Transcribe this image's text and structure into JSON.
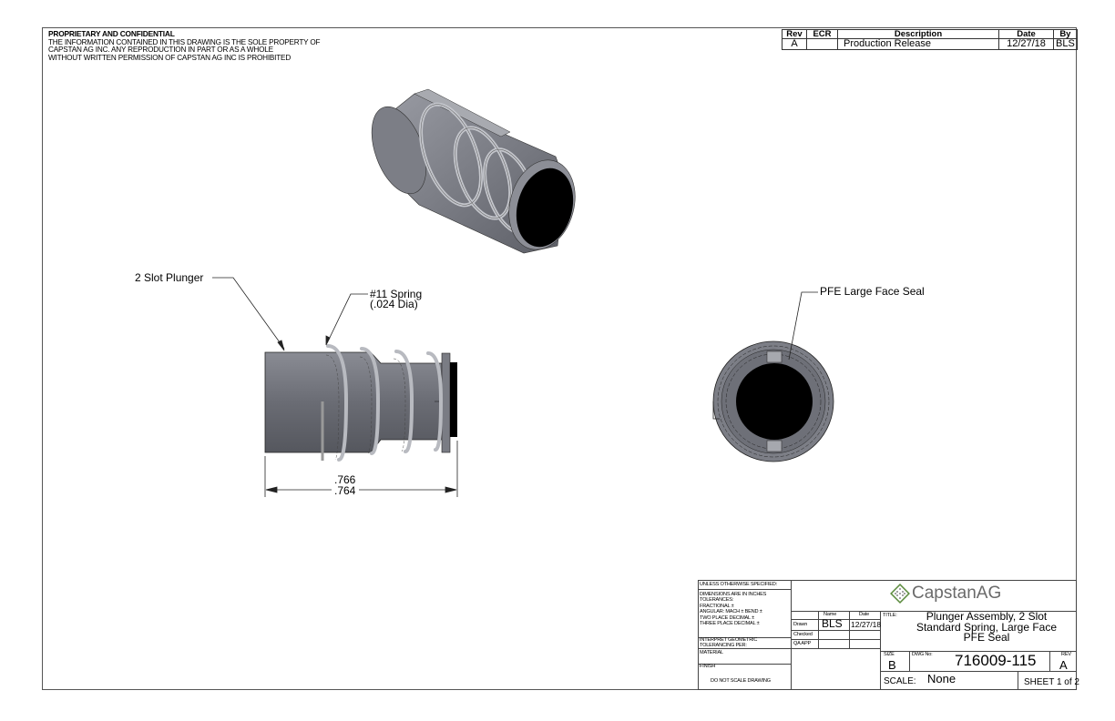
{
  "notice": {
    "heading": "PROPRIETARY AND CONFIDENTIAL",
    "lines": [
      "THE INFORMATION CONTAINED IN THIS DRAWING IS THE SOLE PROPERTY OF",
      "CAPSTAN AG INC. ANY REPRODUCTION IN PART OR AS A WHOLE",
      "WITHOUT WRITTEN PERMISSION OF CAPSTAN AG INC IS PROHIBITED"
    ]
  },
  "revision_table": {
    "headers": [
      "Rev",
      "ECR",
      "Description",
      "Date",
      "By"
    ],
    "rows": [
      [
        "A",
        "",
        "Production Release",
        "12/27/18",
        "BLS"
      ]
    ]
  },
  "callouts": {
    "plunger": "2 Slot Plunger",
    "spring_line1": "#11 Spring",
    "spring_line2": "(.024 Dia)",
    "seal": "PFE Large Face Seal"
  },
  "dimension": {
    "upper": ".766",
    "lower": ".764"
  },
  "title_block": {
    "unless": "UNLESS OTHERWISE SPECIFIED:",
    "tolerances": [
      "DIMENSIONS ARE IN INCHES",
      "TOLERANCES:",
      "FRACTIONAL ±",
      "ANGULAR: MACH ±    BEND ±",
      "TWO PLACE DECIMAL    ±",
      "THREE PLACE DECIMAL   ±"
    ],
    "interpret": [
      "INTERPRET GEOMETRIC",
      "TOLERANCING PER:"
    ],
    "material": "MATERIAL",
    "finish": "FINISH",
    "do_not_scale": "DO NOT SCALE DRAWING",
    "company": "CapstanAG",
    "name_header": "Name",
    "date_header": "Date",
    "drawn_label": "Drawn",
    "drawn_name": "BLS",
    "drawn_date": "12/27/18",
    "checked_label": "Checked",
    "qa_label": "QA APP",
    "title_label": "TITLE:",
    "title_lines": [
      "Plunger Assembly, 2 Slot",
      "Standard Spring, Large Face",
      "PFE Seal"
    ],
    "size_label": "SIZE",
    "size": "B",
    "dwg_label": "DWG No:",
    "dwg_no": "716009-115",
    "rev_label": "REV",
    "rev": "A",
    "scale_label": "SCALE:",
    "scale": "None",
    "sheet": "SHEET 1 of 2"
  },
  "colors": {
    "part_gray": "#6e7078",
    "spring_gray": "#b4b6bc",
    "logo_green": "#5a8a3c"
  }
}
